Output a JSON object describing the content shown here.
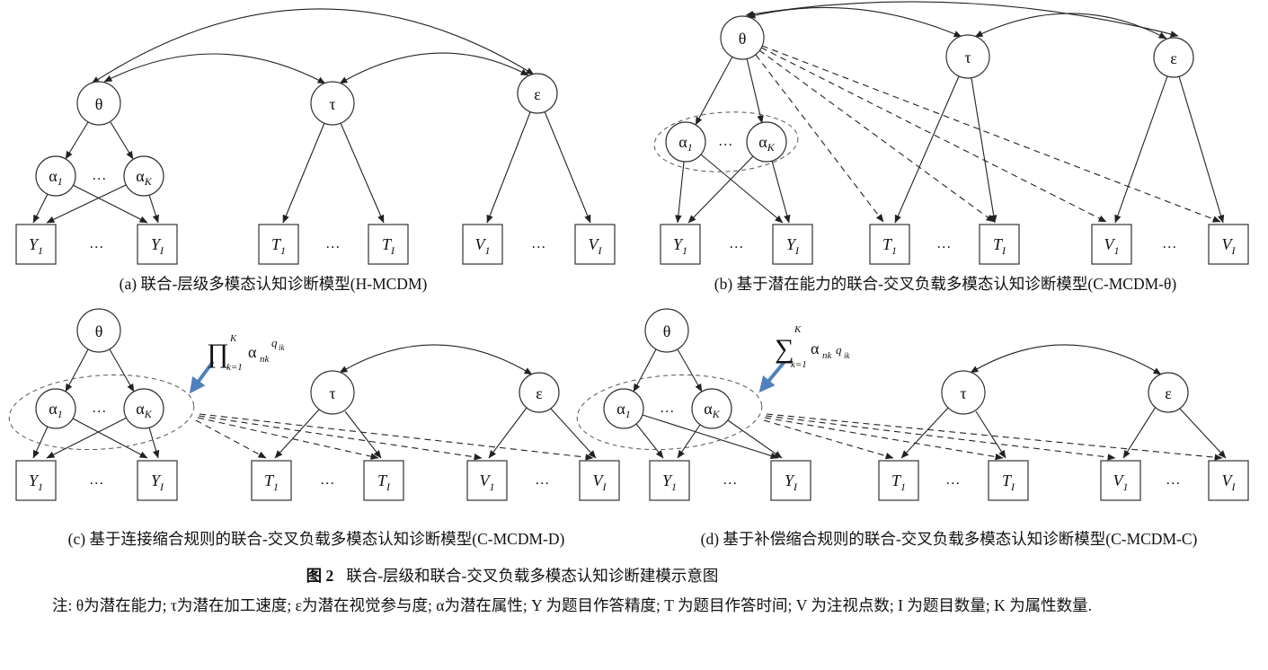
{
  "figure": {
    "label": "图 2",
    "title": "联合-层级和联合-交叉负载多模态认知诊断建模示意图",
    "note": "注: θ为潜在能力; τ为潜在加工速度; ε为潜在视觉参与度; α为潜在属性; Y 为题目作答精度; T 为题目作答时间; V 为注视点数; I 为题目数量; K 为属性数量."
  },
  "panels": {
    "a": {
      "caption": "(a) 联合-层级多模态认知诊断模型(H-MCDM)"
    },
    "b": {
      "caption": "(b) 基于潜在能力的联合-交叉负载多模态认知诊断模型(C-MCDM-θ)"
    },
    "c": {
      "caption": "(c) 基于连接缩合规则的联合-交叉负载多模态认知诊断模型(C-MCDM-D)"
    },
    "d": {
      "caption": "(d) 基于补偿缩合规则的联合-交叉负载多模态认知诊断模型(C-MCDM-C)"
    }
  },
  "labels": {
    "theta": "θ",
    "tau": "τ",
    "epsilon": "ε",
    "alpha": "α",
    "sub_1": "1",
    "sub_K": "K",
    "sub_I": "I",
    "Y": "Y",
    "T": "T",
    "V": "V",
    "dots": "..."
  },
  "formulas": {
    "c": {
      "operator": "∏",
      "upper": "K",
      "lower": "k=1",
      "base": "α",
      "base_sub": "nk",
      "exp_base": "q",
      "exp_sub": "ik"
    },
    "d": {
      "operator": "∑",
      "upper": "K",
      "lower": "k=1",
      "base": "α",
      "base_sub": "nk",
      "factor": "q",
      "factor_sub": "ik"
    }
  },
  "colors": {
    "line": "#222222",
    "callout_arrow": "#4f81bd",
    "background": "#ffffff"
  }
}
